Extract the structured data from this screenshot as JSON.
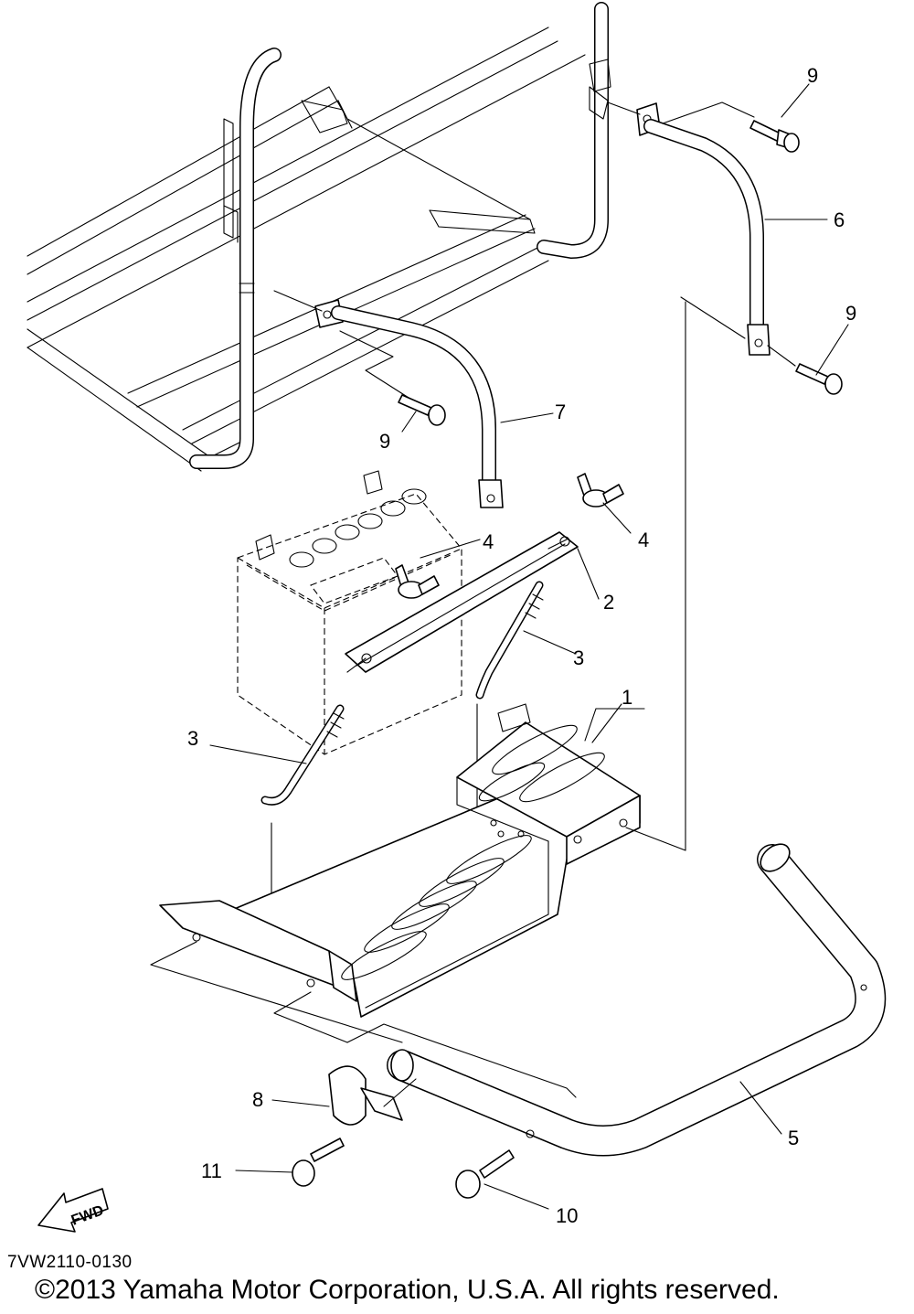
{
  "callouts": {
    "c1": "1",
    "c2": "2",
    "c3a": "3",
    "c3b": "3",
    "c4a": "4",
    "c4b": "4",
    "c5": "5",
    "c6": "6",
    "c7": "7",
    "c8": "8",
    "c9a": "9",
    "c9b": "9",
    "c9c": "9",
    "c10": "10",
    "c11": "11"
  },
  "fwd_label": "FWD",
  "diagram_code": "7VW2110-0130",
  "copyright": "©2013 Yamaha Motor Corporation, U.S.A. All rights reserved."
}
